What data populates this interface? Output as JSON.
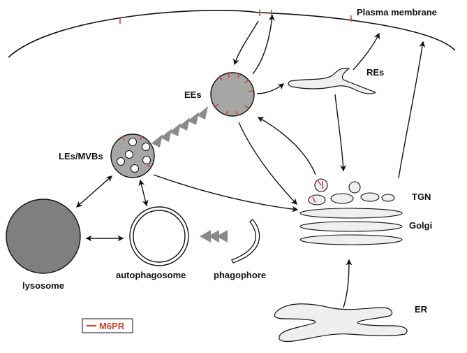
{
  "labels": {
    "plasma_membrane": "Plasma membrane",
    "res": "REs",
    "ees": "EEs",
    "les_mvbs": "LEs/MVBs",
    "tgn": "TGN",
    "golgi": "Golgi",
    "lysosome": "lysosome",
    "autophagosome": "autophagosome",
    "phagophore": "phagophore",
    "er": "ER"
  },
  "legend": {
    "m6pr": "M6PR"
  },
  "colors": {
    "organelle_gray": "#a6a6a6",
    "lysosome_gray": "#7f7f7f",
    "pale_gray": "#efefef",
    "m6pr_red": "#d2432a",
    "arrowhead_gray": "#8a8a8a",
    "line": "#111111"
  }
}
